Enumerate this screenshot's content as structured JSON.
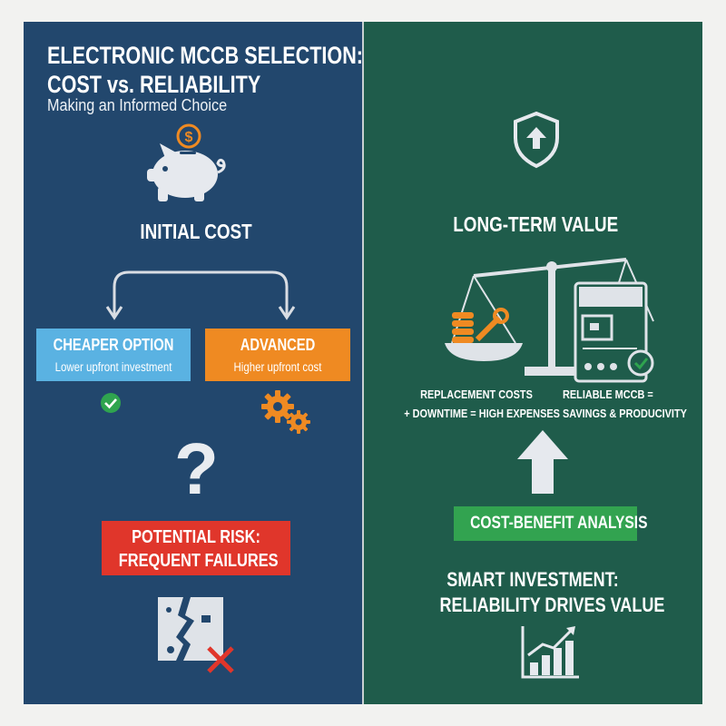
{
  "left": {
    "title_line1": "ELECTRONIC MCCB SELECTION:",
    "title_line2": "COST vs. RELIABILITY",
    "subtitle": "Making an Informed Choice",
    "piggy_symbol": "$",
    "initial_cost": "INITIAL COST",
    "cheaper": {
      "title": "CHEAPER OPTION",
      "subtitle": "Lower upfront investment"
    },
    "advanced": {
      "title": "ADVANCED",
      "subtitle": "Higher upfront cost"
    },
    "question_mark": "?",
    "risk_line1": "POTENTIAL RISK:",
    "risk_line2": "FREQUENT FAILURES",
    "colors": {
      "panel": "#22476d",
      "cheaper": "#5ab2e2",
      "advanced": "#ef8a22",
      "risk": "#e0362b",
      "check": "#2fa44f"
    }
  },
  "right": {
    "long_term": "LONG-TERM VALUE",
    "replacement_line1": "REPLACEMENT COSTS",
    "replacement_line2": "+ DOWNTIME = HIGH EXPENSES",
    "reliable_line1": "RELIABLE MCCB =",
    "reliable_line2": "SAVINGS & PRODUCIVITY",
    "cba": "COST-BENEFIT ANALYSIS",
    "smart_line1": "SMART INVESTMENT:",
    "smart_line2": "RELIABILITY DRIVES VALUE",
    "colors": {
      "panel": "#1f5c4b",
      "cba": "#32a350",
      "coins": "#ef8a22"
    }
  },
  "icons": [
    "piggy-bank-icon",
    "dollar-coin-icon",
    "check-circle-icon",
    "gears-icon",
    "question-mark-icon",
    "broken-breaker-icon",
    "red-x-icon",
    "shield-arrow-icon",
    "balance-scale-icon",
    "coins-wrench-icon",
    "mccb-device-icon",
    "up-arrow-icon",
    "bar-chart-growth-icon"
  ]
}
